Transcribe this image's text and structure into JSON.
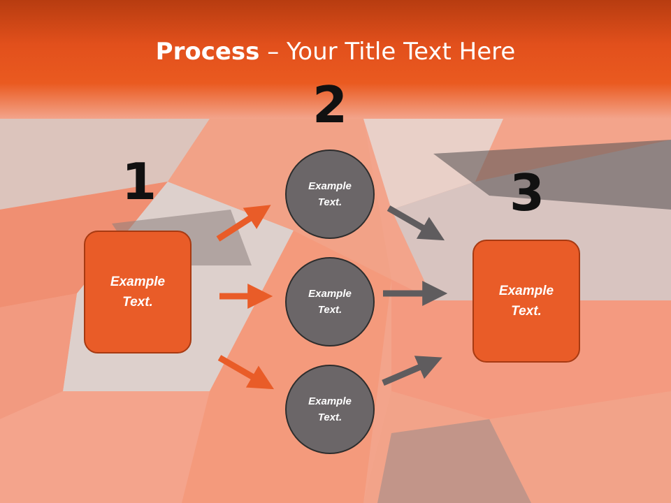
{
  "slide": {
    "title_bold": "Process",
    "title_separator": " – ",
    "title_rest": "Your Title Text Here"
  },
  "steps": [
    {
      "number": "1",
      "nodes": [
        "Example Text."
      ]
    },
    {
      "number": "2",
      "nodes": [
        "Example Text.",
        "Example Text.",
        "Example Text."
      ]
    },
    {
      "number": "3",
      "nodes": [
        "Example Text."
      ]
    }
  ],
  "colors": {
    "accent_orange": "#e95c28",
    "node_gray": "#6b6668",
    "arrow_gray": "#5f5c5e",
    "number_color": "#111111"
  }
}
